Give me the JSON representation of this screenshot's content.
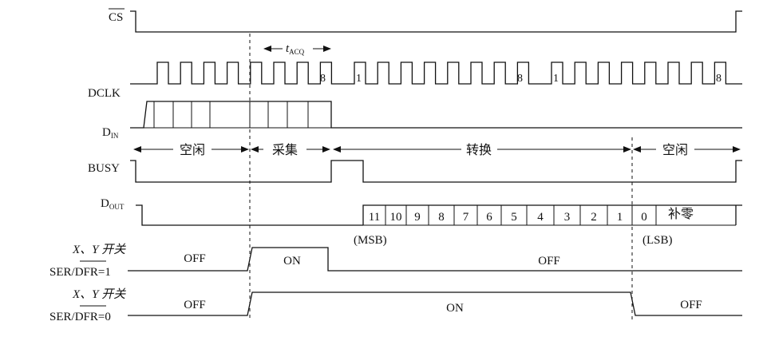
{
  "signals": {
    "cs": "CS",
    "dclk": "DCLK",
    "din_main": "D",
    "din_sub": "IN",
    "busy": "BUSY",
    "dout_main": "D",
    "dout_sub": "OUT",
    "xy_a": "X、Y 开关",
    "ser1_prefix": "SER/",
    "ser1_overbar": "DFR",
    "ser1_suffix": "=1",
    "xy_b": "X、Y 开关",
    "ser0_prefix": "SER/",
    "ser0_overbar": "DFR",
    "ser0_suffix": "=0"
  },
  "timing": {
    "tacq_main": "t",
    "tacq_sub": "ACQ",
    "clk_end_1": "8",
    "clk_start_2": "1",
    "clk_end_2": "8",
    "clk_start_3": "1",
    "clk_end_3": "8"
  },
  "phases": {
    "idle_1": "空闲",
    "acquire": "采集",
    "convert": "转换",
    "idle_2": "空闲"
  },
  "dout": {
    "bits": [
      "11",
      "10",
      "9",
      "8",
      "7",
      "6",
      "5",
      "4",
      "3",
      "2",
      "1",
      "0"
    ],
    "pad": "补零",
    "msb": "(MSB)",
    "lsb": "(LSB)"
  },
  "switch1": {
    "off_a": "OFF",
    "on": "ON",
    "off_b": "OFF"
  },
  "switch0": {
    "off_a": "OFF",
    "on": "ON",
    "off_b": "OFF"
  }
}
